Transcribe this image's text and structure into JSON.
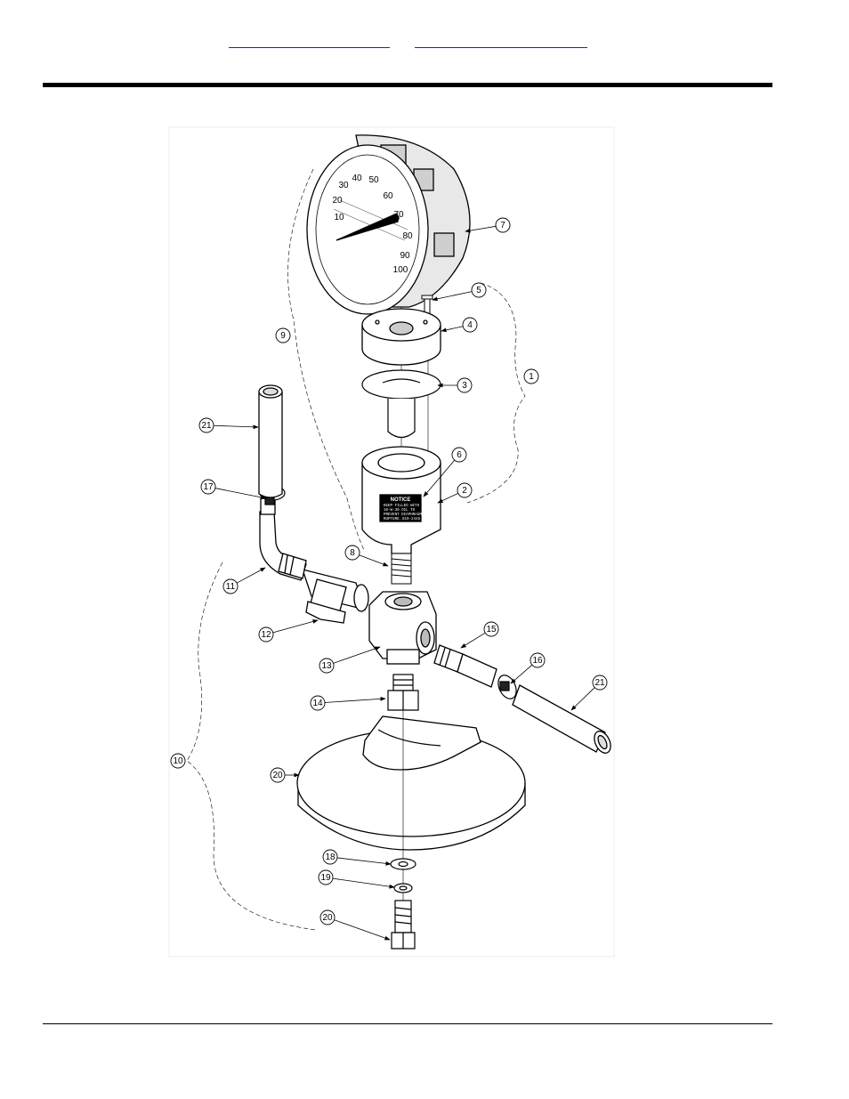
{
  "header": {
    "link_1": "",
    "link_2": ""
  },
  "gauge": {
    "ticks": [
      "10",
      "20",
      "30",
      "40",
      "50",
      "60",
      "70",
      "80",
      "90",
      "100"
    ],
    "reading": 70
  },
  "notice_label": {
    "title": "NOTICE",
    "lines": [
      "KEEP FILLED WITH",
      "10-W-30 OIL TO",
      "PREVENT DIAPHRAGM",
      "RUPTURE.",
      "",
      "819-2445"
    ]
  },
  "callouts": [
    "1",
    "2",
    "3",
    "4",
    "5",
    "6",
    "7",
    "8",
    "9",
    "10",
    "11",
    "12",
    "13",
    "14",
    "15",
    "16",
    "17",
    "18",
    "19",
    "20",
    "20",
    "21",
    "21"
  ]
}
